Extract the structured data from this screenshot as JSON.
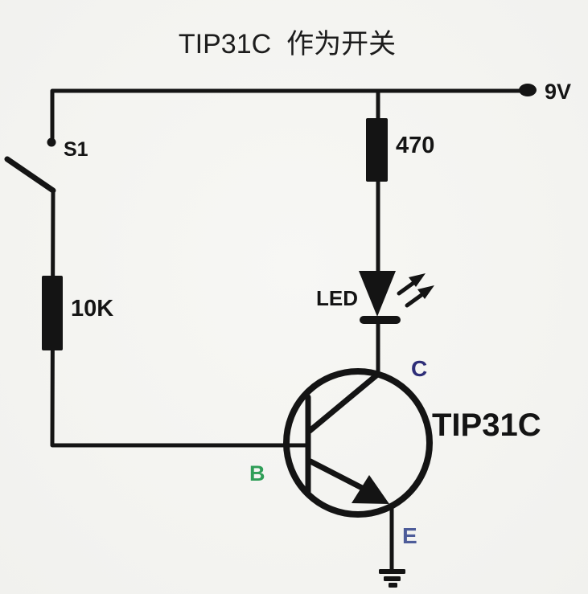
{
  "title": "TIP31C  作为开关",
  "power": {
    "label": "9V"
  },
  "switch": {
    "label": "S1"
  },
  "base_resistor": {
    "label": "10K"
  },
  "collector_resistor": {
    "label": "470"
  },
  "led": {
    "label": "LED"
  },
  "transistor": {
    "part_label": "TIP31C",
    "collector_label": "C",
    "base_label": "B",
    "emitter_label": "E"
  },
  "colors": {
    "background": "#f5f5f2",
    "ink": "#141414",
    "collector_label": "#2e2e78",
    "base_label": "#2f9e57",
    "emitter_label": "#4d5c99",
    "title_text": "#1c1c1c"
  }
}
